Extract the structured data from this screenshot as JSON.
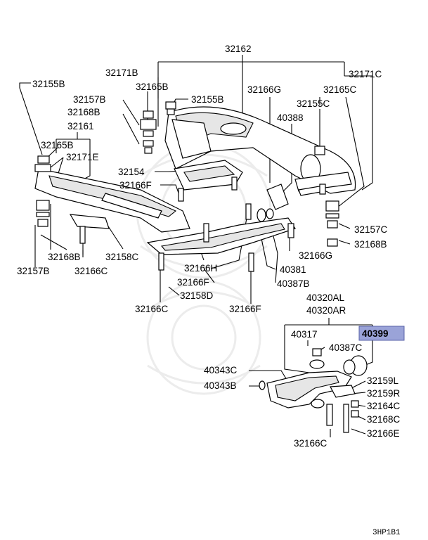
{
  "labels": {
    "l32162": "32162",
    "l32171B": "32171B",
    "l32171C": "32171C",
    "l32155B_top": "32155B",
    "l32165B_top": "32165B",
    "l32157B_top": "32157B",
    "l32155B_mid": "32155B",
    "l32166G_top": "32166G",
    "l32165C": "32165C",
    "l32168B_top": "32168B",
    "l32155C": "32155C",
    "l32161": "32161",
    "l40388": "40388",
    "l32165B_left": "32165B",
    "l32171E": "32171E",
    "l32154": "32154",
    "l32166F_a": "32166F",
    "l32157C": "32157C",
    "l32168B_right": "32168B",
    "l32168B_left": "32168B",
    "l32158C": "32158C",
    "l32166G_right": "32166G",
    "l32157B_left": "32157B",
    "l32166C_a": "32166C",
    "l32166H": "32166H",
    "l40381": "40381",
    "l32166F_b": "32166F",
    "l40387B": "40387B",
    "l32158D": "32158D",
    "l32166C_b": "32166C",
    "l32166F_c": "32166F",
    "l40320AL": "40320AL",
    "l40320AR": "40320AR",
    "l40317": "40317",
    "l40399": "40399",
    "l40387C": "40387C",
    "l40343C": "40343C",
    "l32159L": "32159L",
    "l40343B": "40343B",
    "l32159R": "32159R",
    "l32164C": "32164C",
    "l32168C": "32168C",
    "l32166E": "32166E",
    "l32166C_c": "32166C"
  },
  "highlight": {
    "color": "#9aa3d8",
    "label_key": "l40399"
  },
  "footer": {
    "code": "3HP1B1"
  }
}
